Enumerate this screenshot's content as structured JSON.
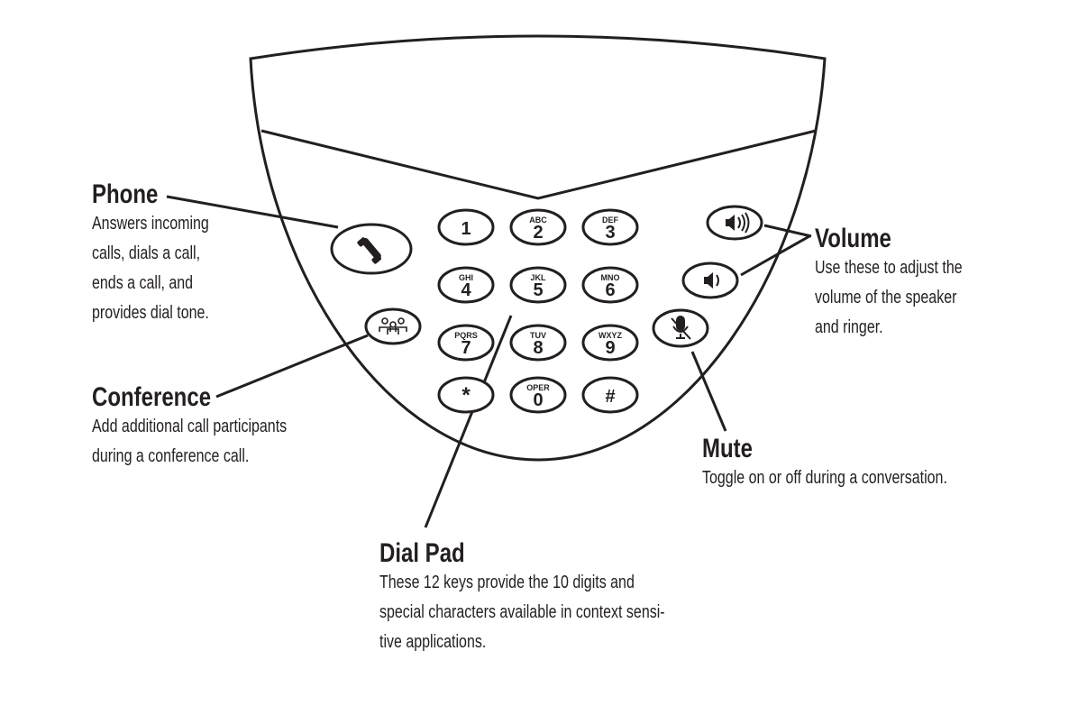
{
  "callouts": {
    "phone": {
      "title": "Phone",
      "lines": [
        "Answers incoming",
        "calls, dials a call,",
        "ends a call, and",
        "provides dial tone."
      ]
    },
    "conference": {
      "title": "Conference",
      "lines": [
        "Add additional call participants",
        "during a conference call."
      ]
    },
    "volume": {
      "title": "Volume",
      "lines": [
        "Use these to adjust the",
        "volume of the speaker",
        "and ringer."
      ]
    },
    "mute": {
      "title": "Mute",
      "lines": [
        "Toggle on or off during a conversation."
      ]
    },
    "dialpad": {
      "title": "Dial Pad",
      "lines": [
        "These 12 keys provide the 10 digits and",
        "special characters available in context sensi-",
        "tive applications."
      ]
    }
  },
  "keys": [
    {
      "digit": "1",
      "letters": ""
    },
    {
      "digit": "2",
      "letters": "ABC"
    },
    {
      "digit": "3",
      "letters": "DEF"
    },
    {
      "digit": "4",
      "letters": "GHI"
    },
    {
      "digit": "5",
      "letters": "JKL"
    },
    {
      "digit": "6",
      "letters": "MNO"
    },
    {
      "digit": "7",
      "letters": "PQRS"
    },
    {
      "digit": "8",
      "letters": "TUV"
    },
    {
      "digit": "9",
      "letters": "WXYZ"
    },
    {
      "digit": "*",
      "letters": ""
    },
    {
      "digit": "0",
      "letters": "OPER"
    },
    {
      "digit": "#",
      "letters": ""
    }
  ]
}
